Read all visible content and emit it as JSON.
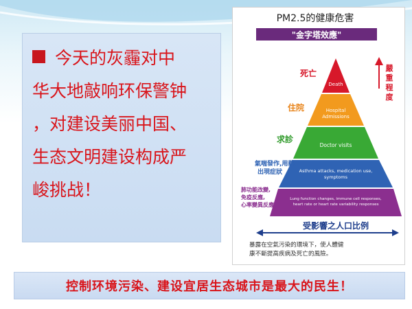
{
  "left_panel": {
    "lines": [
      "今天的灰霾对中",
      "华大地敲响环保警钟",
      "，对建设美丽中国、",
      "生态文明建设构成严",
      "峻挑战！"
    ]
  },
  "infographic": {
    "title": "PM2.5的健康危害",
    "subtitle": "\"金字塔效應\"",
    "severity_axis_label": "嚴重程度",
    "levels": [
      {
        "cn": "死亡",
        "en": "Death",
        "color": "#d7182a"
      },
      {
        "cn": "住院",
        "en": "Hospital Admissions",
        "color": "#f29a1e"
      },
      {
        "cn": "求診",
        "en": "Doctor visits",
        "color": "#39a935"
      },
      {
        "cn": "氣喘發作,用藥,出現症狀",
        "en": "Asthma attacks, medication use, symptoms",
        "color": "#2f63b4"
      },
      {
        "cn": "肺功能改變,免疫反應,心率變異反應",
        "en": "Lung function changes, immune cell responses, heart rate or heart rate variability responses",
        "color": "#8b2f8f"
      }
    ],
    "population_label": "受影響之人口比例",
    "caption": "暴露在空氣污染的環境下，使人體健康不斷提高疾病及死亡的風險。"
  },
  "bottom_bar": {
    "text": "控制环境污染、建设宜居生态城市是最大的民生！"
  }
}
